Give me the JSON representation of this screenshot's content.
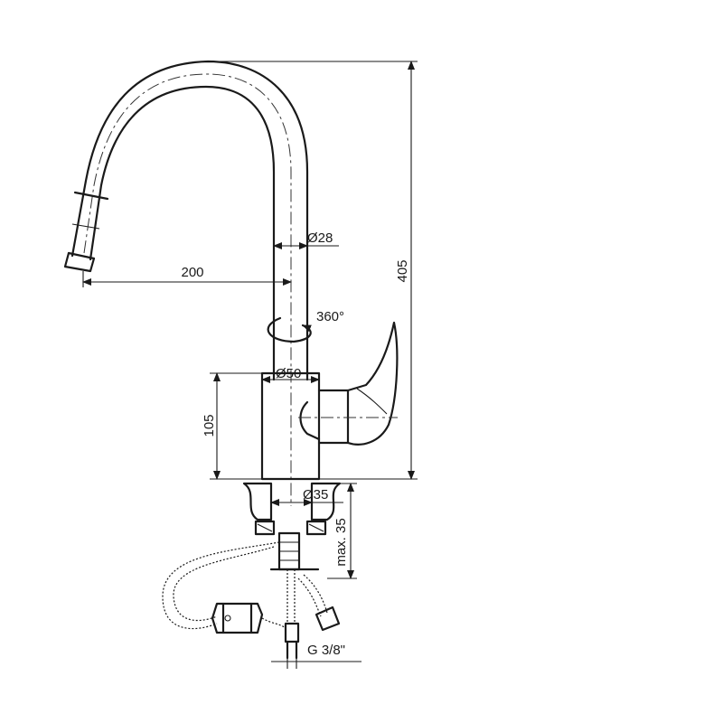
{
  "dimensions": {
    "height_total": "405",
    "reach": "200",
    "spout_diameter": "Ø28",
    "rotation": "360°",
    "body_diameter": "Ø50",
    "body_height": "105",
    "base_diameter": "Ø35",
    "max_counter_thickness": "max. 35",
    "thread": "G 3/8\""
  }
}
